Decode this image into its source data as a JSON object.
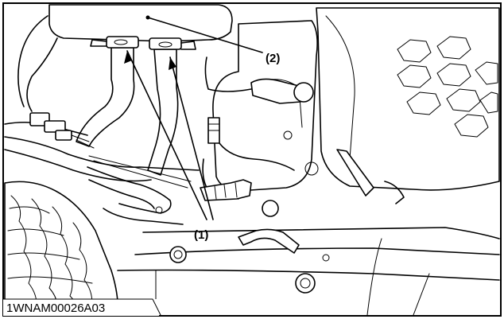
{
  "diagram": {
    "callouts": [
      {
        "id": "hose-clamps",
        "label": "(1)"
      },
      {
        "id": "reservoir",
        "label": "(2)"
      }
    ],
    "figure_id": "1WNAM00026A03"
  }
}
